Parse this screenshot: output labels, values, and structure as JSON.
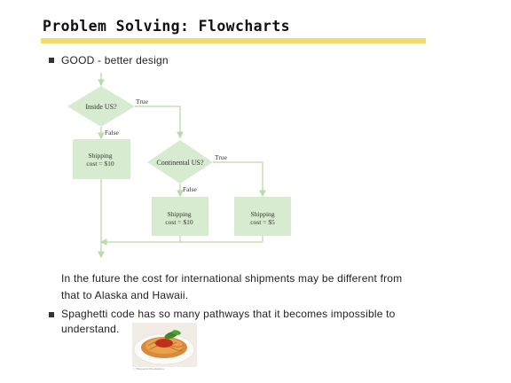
{
  "slide": {
    "title": "Problem Solving: Flowcharts",
    "bullet1": "GOOD - better design",
    "paragraph_line1": "In the future the cost for international shipments may be different from",
    "paragraph_line2": "that to Alaska and Hawaii.",
    "bullet2_line1": "Spaghetti code has so many pathways that it becomes impossible to",
    "bullet2_line2": "understand.",
    "image_caption": "© Fitopardo/iStockphoto."
  },
  "flowchart": {
    "decision1": "Inside US?",
    "decision2": "Continental US?",
    "true_label_1": "True",
    "false_label_1": "False",
    "true_label_2": "True",
    "false_label_2": "False",
    "box1_line1": "Shipping",
    "box1_line2": "cost = $10",
    "box2_line1": "Shipping",
    "box2_line2": "cost = $10",
    "box3_line1": "Shipping",
    "box3_line2": "cost = $5"
  },
  "colors": {
    "accent_bar": "#f5dc6a",
    "flow_fill": "#d6ebcf",
    "flow_line": "#b8dba9"
  }
}
